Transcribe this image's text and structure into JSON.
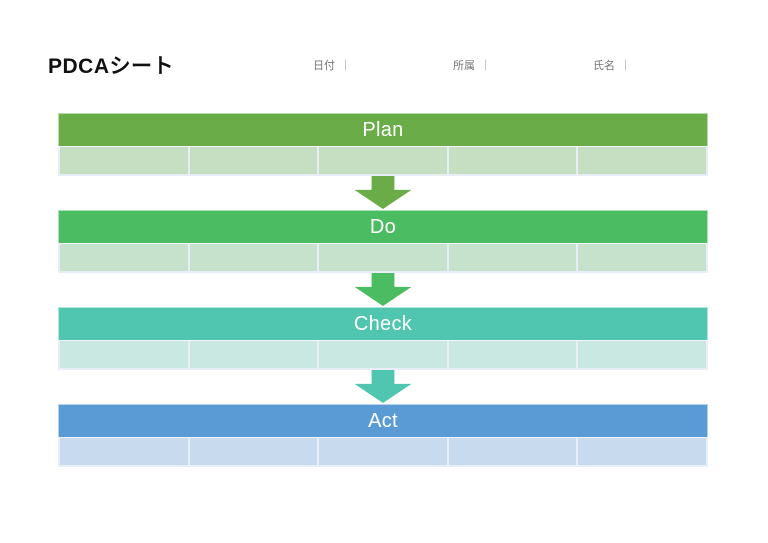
{
  "document": {
    "title": "PDCAシート",
    "fields": [
      {
        "label": "日付",
        "separator": "｜",
        "value": ""
      },
      {
        "label": "所属",
        "separator": "｜",
        "value": ""
      },
      {
        "label": "氏名",
        "separator": "｜",
        "value": ""
      }
    ]
  },
  "pdca": {
    "bands": [
      {
        "label": "Plan",
        "header_color": "#6aac48",
        "row_color": "#c6dec2",
        "cells": [
          "",
          "",
          "",
          "",
          ""
        ]
      },
      {
        "label": "Do",
        "header_color": "#4bbc61",
        "row_color": "#c6e2cd",
        "cells": [
          "",
          "",
          "",
          "",
          ""
        ]
      },
      {
        "label": "Check",
        "header_color": "#50c6b0",
        "row_color": "#c9e8e2",
        "cells": [
          "",
          "",
          "",
          "",
          ""
        ]
      },
      {
        "label": "Act",
        "header_color": "#5b9bd5",
        "row_color": "#c8daed",
        "cells": [
          "",
          "",
          "",
          "",
          ""
        ]
      }
    ],
    "arrows": [
      {
        "from": "Plan",
        "to": "Do",
        "color": "#6aac48"
      },
      {
        "from": "Do",
        "to": "Check",
        "color": "#4bbc61"
      },
      {
        "from": "Check",
        "to": "Act",
        "color": "#50c6b0"
      }
    ],
    "grid_line_color": "#e8eef6"
  }
}
